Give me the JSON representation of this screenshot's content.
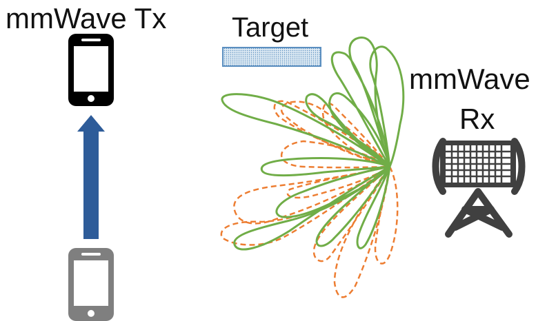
{
  "labels": {
    "tx": "mmWave Tx",
    "target": "Target",
    "rx_line1": "mmWave",
    "rx_line2": "Rx"
  },
  "colors": {
    "phone_current": "#000000",
    "phone_previous": "#7f7f7f",
    "arrow": "#2e5c99",
    "target_fill": "#dce9f3",
    "target_stroke": "#5b8fc0",
    "beam_solid": "#70ad47",
    "beam_dashed": "#ed7d31",
    "tower": "#404040"
  },
  "icons": {
    "tx_current": "smartphone-icon",
    "tx_previous": "smartphone-icon",
    "movement": "arrow-up-icon",
    "receiver": "antenna-tower-icon"
  }
}
